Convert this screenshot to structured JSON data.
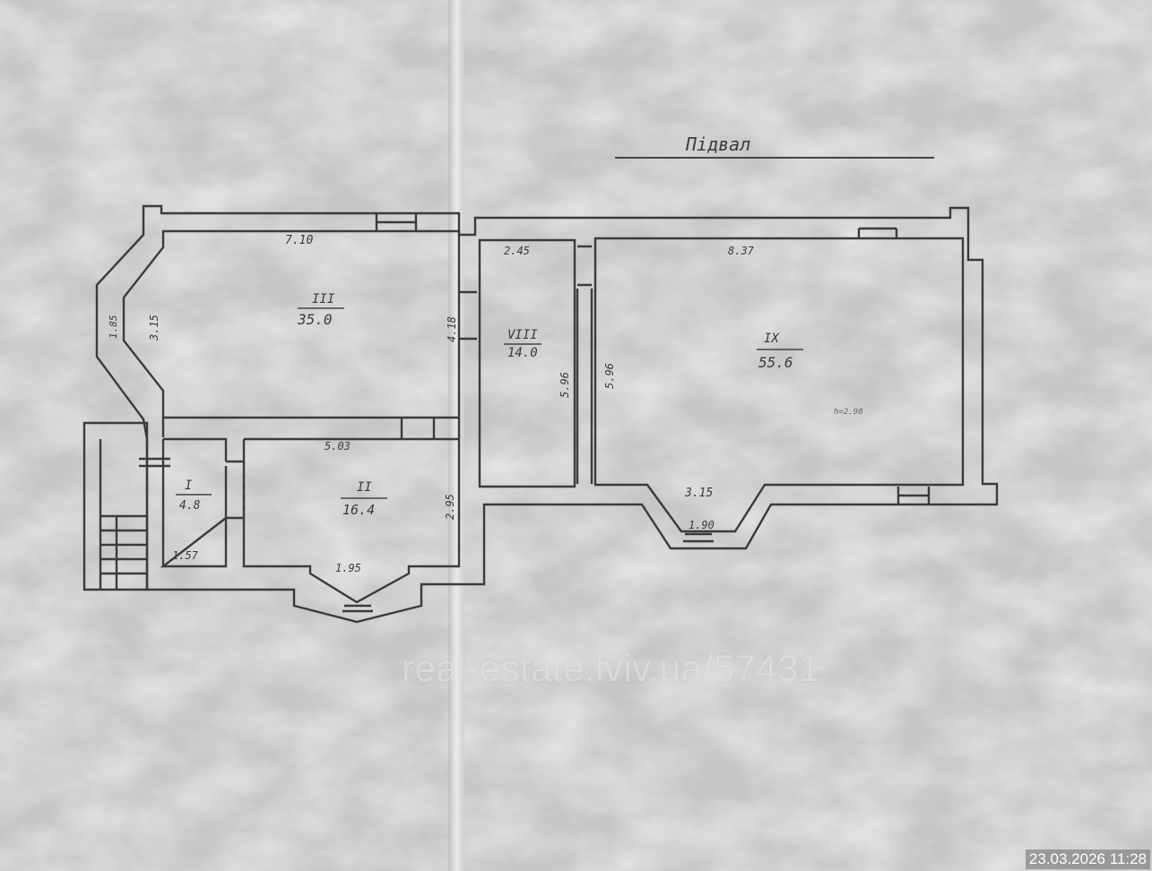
{
  "plan": {
    "title": "Підвал",
    "rooms": [
      {
        "number": "III",
        "area": "35.0"
      },
      {
        "number": "VIII",
        "area": "14.0"
      },
      {
        "number": "IX",
        "area": "55.6"
      },
      {
        "number": "II",
        "area": "16.4"
      },
      {
        "number": "I",
        "area": "4.8"
      }
    ],
    "dimensions": {
      "d_710": "7.10",
      "d_315a": "3.15",
      "d_185": "1.85",
      "d_418": "4.18",
      "d_245": "2.45",
      "d_596a": "5.96",
      "d_837": "8.37",
      "d_596b": "5.96",
      "d_315b": "3.15",
      "d_190": "1.90",
      "d_503": "5.03",
      "d_295": "2.95",
      "d_195": "1.95",
      "d_157": "1.57",
      "d_note": "h=2.90"
    }
  },
  "watermark": "real-estate.lviv.ua/57431",
  "timestamp": "23.03.2026 11:28",
  "colors": {
    "paper": "#c9c9c9",
    "ink": "#3a3a3a",
    "wall_fill": "#d8d8d8"
  }
}
